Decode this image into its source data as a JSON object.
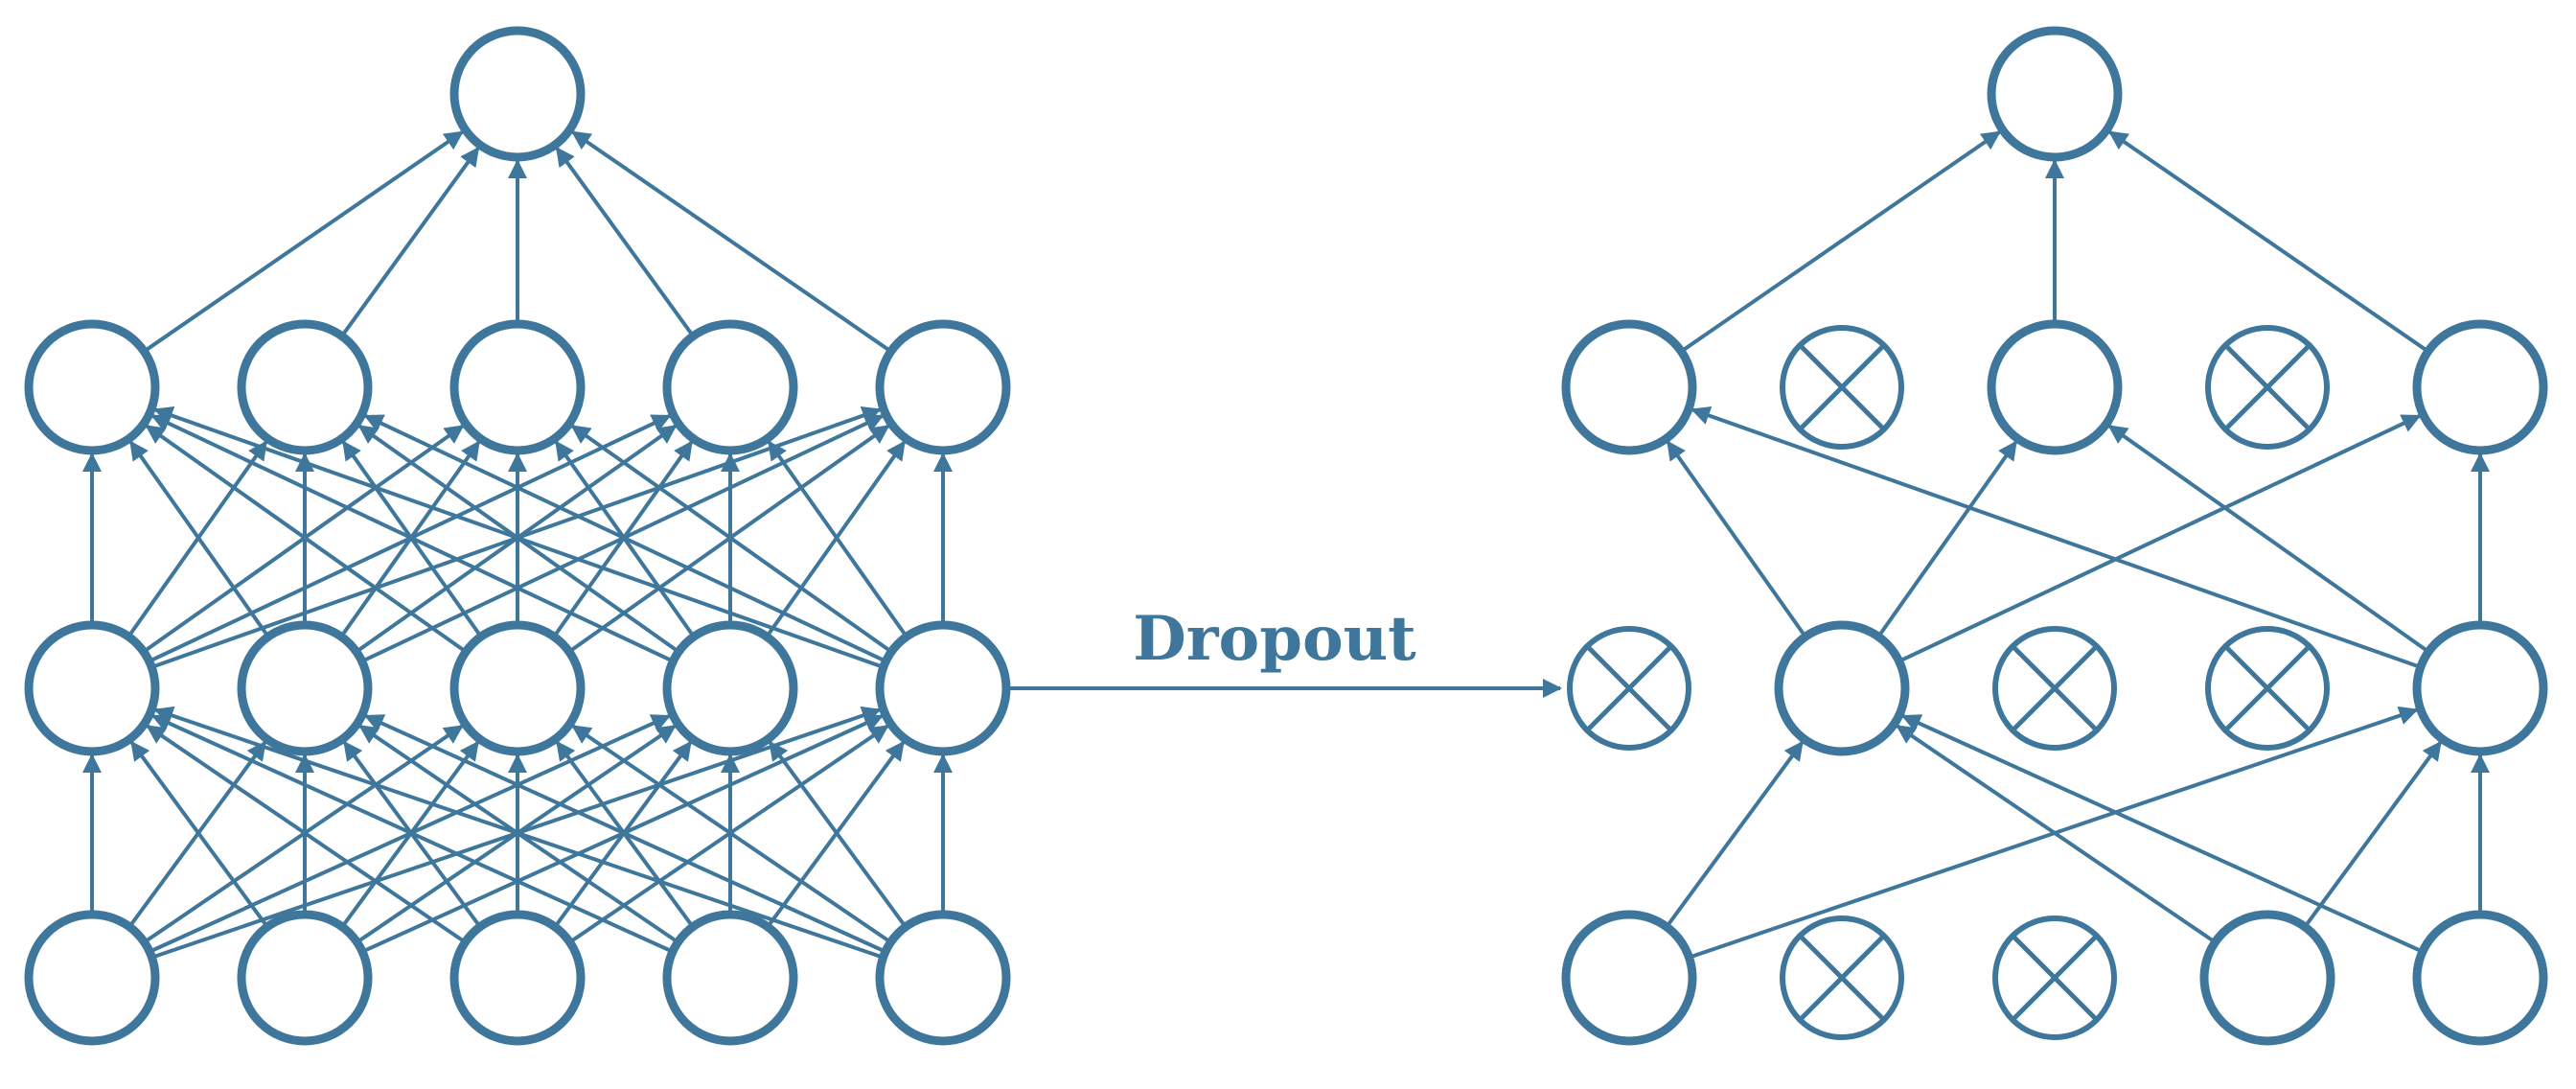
{
  "colors": {
    "stroke": "#3e779b",
    "background": "#ffffff"
  },
  "transition": {
    "label": "Dropout"
  },
  "networks": [
    {
      "id": "standard-net",
      "layers": [
        {
          "nodes": [
            true,
            true,
            true,
            true,
            true
          ]
        },
        {
          "nodes": [
            true,
            true,
            true,
            true,
            true
          ]
        },
        {
          "nodes": [
            true,
            true,
            true,
            true,
            true
          ]
        },
        {
          "nodes": [
            true
          ]
        }
      ]
    },
    {
      "id": "thinned-net",
      "layers": [
        {
          "nodes": [
            true,
            false,
            false,
            true,
            true
          ]
        },
        {
          "nodes": [
            false,
            true,
            false,
            false,
            true
          ]
        },
        {
          "nodes": [
            true,
            false,
            true,
            false,
            true
          ]
        },
        {
          "nodes": [
            true
          ]
        }
      ]
    }
  ]
}
